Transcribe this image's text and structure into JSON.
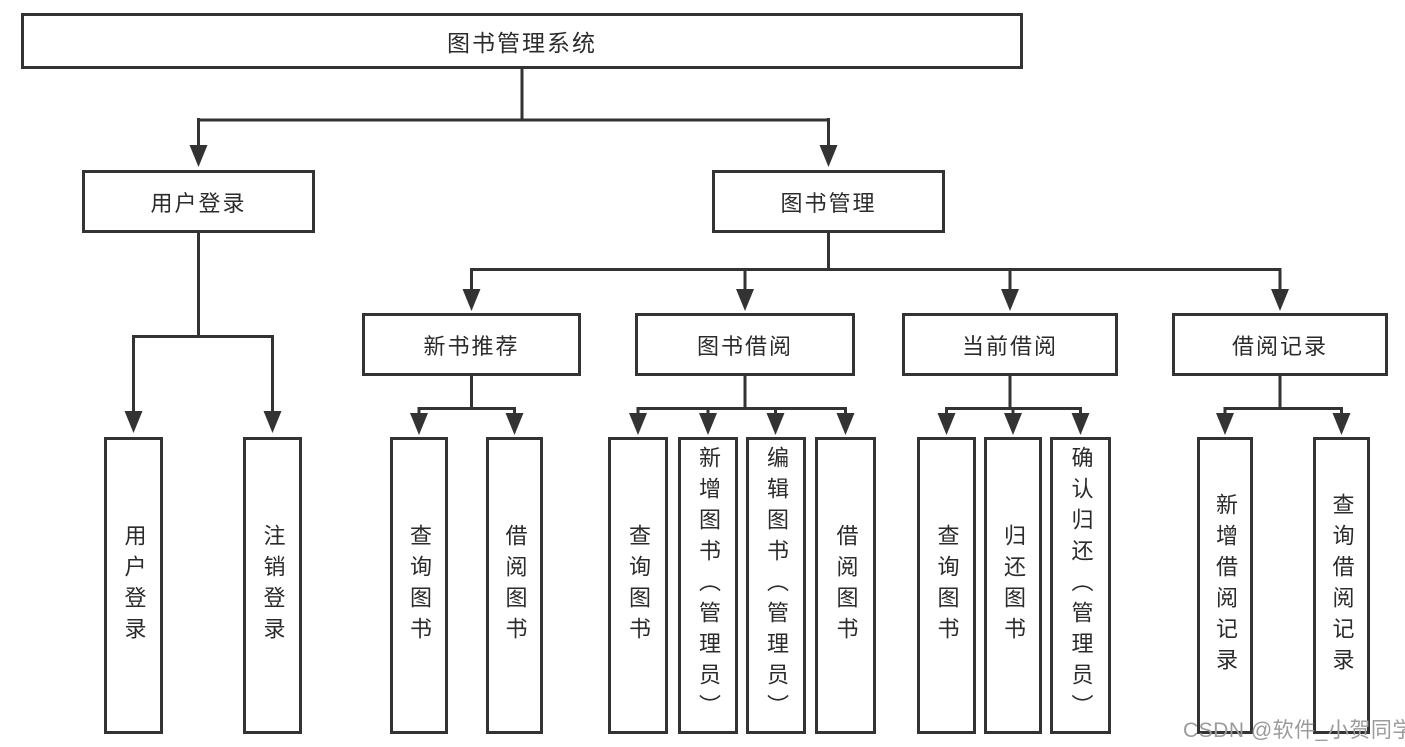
{
  "tree": {
    "label": "图书管理系统",
    "children": [
      {
        "label": "用户登录",
        "children": [
          {
            "label": "用户登录"
          },
          {
            "label": "注销登录"
          }
        ]
      },
      {
        "label": "图书管理",
        "children": [
          {
            "label": "新书推荐",
            "children": [
              {
                "label": "查询图书"
              },
              {
                "label": "借阅图书"
              }
            ]
          },
          {
            "label": "图书借阅",
            "children": [
              {
                "label": "查询图书"
              },
              {
                "label": "新增图书（管理员）"
              },
              {
                "label": "编辑图书（管理员）"
              },
              {
                "label": "借阅图书"
              }
            ]
          },
          {
            "label": "当前借阅",
            "children": [
              {
                "label": "查询图书"
              },
              {
                "label": "归还图书"
              },
              {
                "label": "确认归还（管理员）"
              }
            ]
          },
          {
            "label": "借阅记录",
            "children": [
              {
                "label": "新增借阅记录"
              },
              {
                "label": "查询借阅记录"
              }
            ]
          }
        ]
      }
    ]
  },
  "watermark": {
    "text": "CSDN @软件_小贺同学"
  },
  "colors": {
    "line": "#333333",
    "text": "#2b2b2b",
    "watermark": "#9b9b9b",
    "background": "#ffffff"
  }
}
